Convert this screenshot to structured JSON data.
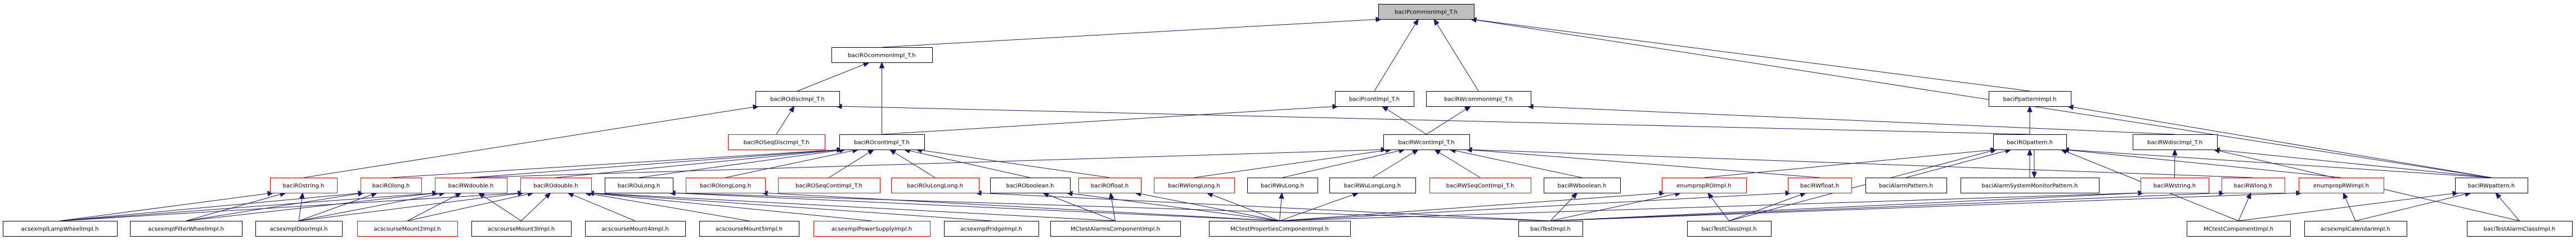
{
  "title": "baciPcommonImpl_T.h include dependency graph",
  "colors": {
    "edge": "#191970",
    "node_border_normal": "#000000",
    "node_border_truncated": "#ff0000",
    "root_fill": "#bfbfbf",
    "node_fill": "#ffffff"
  },
  "root": "baciPcommonImpl_T.h",
  "nodes": [
    {
      "id": "baciPcommonImpl_T.h",
      "row": 0,
      "root": true,
      "truncated": false
    },
    {
      "id": "baciROcommonImpl_T.h",
      "row": 1,
      "truncated": false
    },
    {
      "id": "baciPcontImpl_T.h",
      "row": 2,
      "truncated": false
    },
    {
      "id": "baciRWcommonImpl_T.h",
      "row": 2,
      "truncated": false
    },
    {
      "id": "baciPpatternImpl.h",
      "row": 2,
      "truncated": false
    },
    {
      "id": "baciROdiscImpl_T.h",
      "row": 2,
      "truncated": false
    },
    {
      "id": "baciROSeqDiscImpl_T.h",
      "row": 3,
      "truncated": true
    },
    {
      "id": "baciROcontImpl_T.h",
      "row": 3,
      "truncated": false
    },
    {
      "id": "baciRWcontImpl_T.h",
      "row": 3,
      "truncated": false
    },
    {
      "id": "baciROpattern.h",
      "row": 3,
      "truncated": false
    },
    {
      "id": "baciRWdiscImpl_T.h",
      "row": 3,
      "truncated": false
    },
    {
      "id": "baciROstring.h",
      "row": 4,
      "truncated": true
    },
    {
      "id": "baciROlong.h",
      "row": 4,
      "truncated": true
    },
    {
      "id": "baciRWdouble.h",
      "row": 4,
      "truncated": true
    },
    {
      "id": "baciROdouble.h",
      "row": 4,
      "truncated": true
    },
    {
      "id": "baciROuLong.h",
      "row": 4,
      "truncated": false
    },
    {
      "id": "baciROlongLong.h",
      "row": 4,
      "truncated": true
    },
    {
      "id": "baciROSeqContImpl_T.h",
      "row": 4,
      "truncated": true
    },
    {
      "id": "baciROuLongLong.h",
      "row": 4,
      "truncated": true
    },
    {
      "id": "baciROboolean.h",
      "row": 4,
      "truncated": false
    },
    {
      "id": "baciROfloat.h",
      "row": 4,
      "truncated": true
    },
    {
      "id": "baciRWlongLong.h",
      "row": 4,
      "truncated": true
    },
    {
      "id": "baciRWuLong.h",
      "row": 4,
      "truncated": false
    },
    {
      "id": "baciRWuLongLong.h",
      "row": 4,
      "truncated": false
    },
    {
      "id": "baciRWSeqContImpl_T.h",
      "row": 4,
      "truncated": true
    },
    {
      "id": "baciRWboolean.h",
      "row": 4,
      "truncated": false
    },
    {
      "id": "enumpropROImpl.h",
      "row": 4,
      "truncated": true
    },
    {
      "id": "baciRWfloat.h",
      "row": 4,
      "truncated": true
    },
    {
      "id": "baciAlarmPattern.h",
      "row": 4,
      "truncated": false
    },
    {
      "id": "baciAlarmSystemMonitorPattern.h",
      "row": 4,
      "truncated": false
    },
    {
      "id": "baciRWstring.h",
      "row": 4,
      "truncated": true
    },
    {
      "id": "baciRWlong.h",
      "row": 4,
      "truncated": true
    },
    {
      "id": "enumpropRWImpl.h",
      "row": 4,
      "truncated": true
    },
    {
      "id": "baciRWpattern.h",
      "row": 4,
      "truncated": false
    },
    {
      "id": "acsexmplLampWheelImpl.h",
      "row": 5,
      "truncated": false
    },
    {
      "id": "acsexmplFilterWheelImpl.h",
      "row": 5,
      "truncated": false
    },
    {
      "id": "acsexmplDoorImpl.h",
      "row": 5,
      "truncated": false
    },
    {
      "id": "acscourseMount2Impl.h",
      "row": 5,
      "truncated": true
    },
    {
      "id": "acscourseMount3Impl.h",
      "row": 5,
      "truncated": false
    },
    {
      "id": "acscourseMount4Impl.h",
      "row": 5,
      "truncated": false
    },
    {
      "id": "acscourseMount5Impl.h",
      "row": 5,
      "truncated": false
    },
    {
      "id": "acsexmplPowerSupplyImpl.h",
      "row": 5,
      "truncated": true
    },
    {
      "id": "acsexmplFridgeImpl.h",
      "row": 5,
      "truncated": false
    },
    {
      "id": "MCtestAlarmsComponentImpl.h",
      "row": 5,
      "truncated": false
    },
    {
      "id": "MCtestPropertiesComponentImpl.h",
      "row": 5,
      "truncated": false
    },
    {
      "id": "baciTestImpl.h",
      "row": 5,
      "truncated": false
    },
    {
      "id": "baciTestClassImpl.h",
      "row": 5,
      "truncated": false
    },
    {
      "id": "MCtestComponentImpl.h",
      "row": 5,
      "truncated": false
    },
    {
      "id": "acsexmplCalendarImpl.h",
      "row": 5,
      "truncated": false
    },
    {
      "id": "baciTestAlarmClassImpl.h",
      "row": 5,
      "truncated": false
    }
  ],
  "edges": [
    [
      "baciROcommonImpl_T.h",
      "baciPcommonImpl_T.h"
    ],
    [
      "baciPcontImpl_T.h",
      "baciPcommonImpl_T.h"
    ],
    [
      "baciRWcommonImpl_T.h",
      "baciPcommonImpl_T.h"
    ],
    [
      "baciPpatternImpl.h",
      "baciPcommonImpl_T.h"
    ],
    [
      "baciRWpattern.h",
      "baciPcommonImpl_T.h"
    ],
    [
      "baciROdiscImpl_T.h",
      "baciROcommonImpl_T.h"
    ],
    [
      "baciROcontImpl_T.h",
      "baciROcommonImpl_T.h"
    ],
    [
      "baciROSeqDiscImpl_T.h",
      "baciROdiscImpl_T.h"
    ],
    [
      "baciROstring.h",
      "baciROdiscImpl_T.h"
    ],
    [
      "baciROpattern.h",
      "baciROdiscImpl_T.h"
    ],
    [
      "baciROcontImpl_T.h",
      "baciPcontImpl_T.h"
    ],
    [
      "baciRWcontImpl_T.h",
      "baciPcontImpl_T.h"
    ],
    [
      "baciRWcontImpl_T.h",
      "baciRWcommonImpl_T.h"
    ],
    [
      "baciRWdiscImpl_T.h",
      "baciRWcommonImpl_T.h"
    ],
    [
      "baciROpattern.h",
      "baciPpatternImpl.h"
    ],
    [
      "baciRWpattern.h",
      "baciPpatternImpl.h"
    ],
    [
      "baciROlong.h",
      "baciROcontImpl_T.h"
    ],
    [
      "baciRWdouble.h",
      "baciROcontImpl_T.h"
    ],
    [
      "baciROdouble.h",
      "baciROcontImpl_T.h"
    ],
    [
      "baciROuLong.h",
      "baciROcontImpl_T.h"
    ],
    [
      "baciROlongLong.h",
      "baciROcontImpl_T.h"
    ],
    [
      "baciROSeqContImpl_T.h",
      "baciROcontImpl_T.h"
    ],
    [
      "baciROuLongLong.h",
      "baciROcontImpl_T.h"
    ],
    [
      "baciROboolean.h",
      "baciROcontImpl_T.h"
    ],
    [
      "baciROfloat.h",
      "baciROcontImpl_T.h"
    ],
    [
      "baciRWdouble.h",
      "baciRWcontImpl_T.h"
    ],
    [
      "baciRWlongLong.h",
      "baciRWcontImpl_T.h"
    ],
    [
      "baciRWuLong.h",
      "baciRWcontImpl_T.h"
    ],
    [
      "baciRWuLongLong.h",
      "baciRWcontImpl_T.h"
    ],
    [
      "baciRWSeqContImpl_T.h",
      "baciRWcontImpl_T.h"
    ],
    [
      "baciRWboolean.h",
      "baciRWcontImpl_T.h"
    ],
    [
      "baciRWfloat.h",
      "baciRWcontImpl_T.h"
    ],
    [
      "baciRWlong.h",
      "baciRWcontImpl_T.h"
    ],
    [
      "enumpropROImpl.h",
      "baciROpattern.h"
    ],
    [
      "enumpropRWImpl.h",
      "baciROpattern.h"
    ],
    [
      "baciAlarmPattern.h",
      "baciROpattern.h"
    ],
    [
      "baciAlarmSystemMonitorPattern.h",
      "baciROpattern.h"
    ],
    [
      "baciROpattern.h",
      "baciAlarmSystemMonitorPattern.h"
    ],
    [
      "baciRWpattern.h",
      "baciROpattern.h"
    ],
    [
      "baciRWstring.h",
      "baciRWdiscImpl_T.h"
    ],
    [
      "baciRWpattern.h",
      "baciRWdiscImpl_T.h"
    ],
    [
      "baciTestAlarmClassImpl.h",
      "baciRWdiscImpl_T.h"
    ],
    [
      "acsexmplLampWheelImpl.h",
      "baciROstring.h"
    ],
    [
      "acsexmplFilterWheelImpl.h",
      "baciROstring.h"
    ],
    [
      "acsexmplDoorImpl.h",
      "baciROstring.h"
    ],
    [
      "acsexmplLampWheelImpl.h",
      "baciROlong.h"
    ],
    [
      "acsexmplFilterWheelImpl.h",
      "baciROlong.h"
    ],
    [
      "acsexmplDoorImpl.h",
      "baciROlong.h"
    ],
    [
      "acsexmplLampWheelImpl.h",
      "baciRWdouble.h"
    ],
    [
      "acsexmplFilterWheelImpl.h",
      "baciRWdouble.h"
    ],
    [
      "acsexmplDoorImpl.h",
      "baciRWdouble.h"
    ],
    [
      "acscourseMount2Impl.h",
      "baciRWdouble.h"
    ],
    [
      "acscourseMount3Impl.h",
      "baciRWdouble.h"
    ],
    [
      "acsexmplLampWheelImpl.h",
      "baciROdouble.h"
    ],
    [
      "acsexmplDoorImpl.h",
      "baciROdouble.h"
    ],
    [
      "acscourseMount2Impl.h",
      "baciROdouble.h"
    ],
    [
      "acscourseMount3Impl.h",
      "baciROdouble.h"
    ],
    [
      "acscourseMount4Impl.h",
      "baciROdouble.h"
    ],
    [
      "acscourseMount5Impl.h",
      "baciROdouble.h"
    ],
    [
      "acsexmplPowerSupplyImpl.h",
      "baciROdouble.h"
    ],
    [
      "acsexmplFridgeImpl.h",
      "baciROdouble.h"
    ],
    [
      "MCtestAlarmsComponentImpl.h",
      "baciROdouble.h"
    ],
    [
      "MCtestPropertiesComponentImpl.h",
      "baciROuLong.h"
    ],
    [
      "baciTestImpl.h",
      "baciROuLong.h"
    ],
    [
      "MCtestPropertiesComponentImpl.h",
      "baciROlongLong.h"
    ],
    [
      "baciTestImpl.h",
      "baciROuLongLong.h"
    ],
    [
      "MCtestAlarmsComponentImpl.h",
      "baciROboolean.h"
    ],
    [
      "MCtestPropertiesComponentImpl.h",
      "baciROboolean.h"
    ],
    [
      "MCtestAlarmsComponentImpl.h",
      "baciROfloat.h"
    ],
    [
      "MCtestPropertiesComponentImpl.h",
      "baciROfloat.h"
    ],
    [
      "MCtestPropertiesComponentImpl.h",
      "baciRWlongLong.h"
    ],
    [
      "MCtestPropertiesComponentImpl.h",
      "baciRWuLong.h"
    ],
    [
      "MCtestPropertiesComponentImpl.h",
      "baciRWuLongLong.h"
    ],
    [
      "baciTestImpl.h",
      "baciRWboolean.h"
    ],
    [
      "baciTestImpl.h",
      "enumpropROImpl.h"
    ],
    [
      "baciTestClassImpl.h",
      "enumpropROImpl.h"
    ],
    [
      "MCtestPropertiesComponentImpl.h",
      "enumpropROImpl.h"
    ],
    [
      "baciTestClassImpl.h",
      "baciRWfloat.h"
    ],
    [
      "MCtestPropertiesComponentImpl.h",
      "baciRWfloat.h"
    ],
    [
      "baciTestImpl.h",
      "baciRWstring.h"
    ],
    [
      "MCtestPropertiesComponentImpl.h",
      "baciRWstring.h"
    ],
    [
      "MCtestComponentImpl.h",
      "baciRWlong.h"
    ],
    [
      "baciTestImpl.h",
      "baciRWlong.h"
    ],
    [
      "acsexmplCalendarImpl.h",
      "enumpropRWImpl.h"
    ],
    [
      "baciTestImpl.h",
      "enumpropRWImpl.h"
    ],
    [
      "acsexmplCalendarImpl.h",
      "baciRWpattern.h"
    ],
    [
      "baciTestAlarmClassImpl.h",
      "baciRWpattern.h"
    ],
    [
      "MCtestComponentImpl.h",
      "baciRWpattern.h"
    ],
    [
      "baciTestClassImpl.h",
      "baciROpattern.h"
    ],
    [
      "MCtestComponentImpl.h",
      "baciROpattern.h"
    ]
  ]
}
